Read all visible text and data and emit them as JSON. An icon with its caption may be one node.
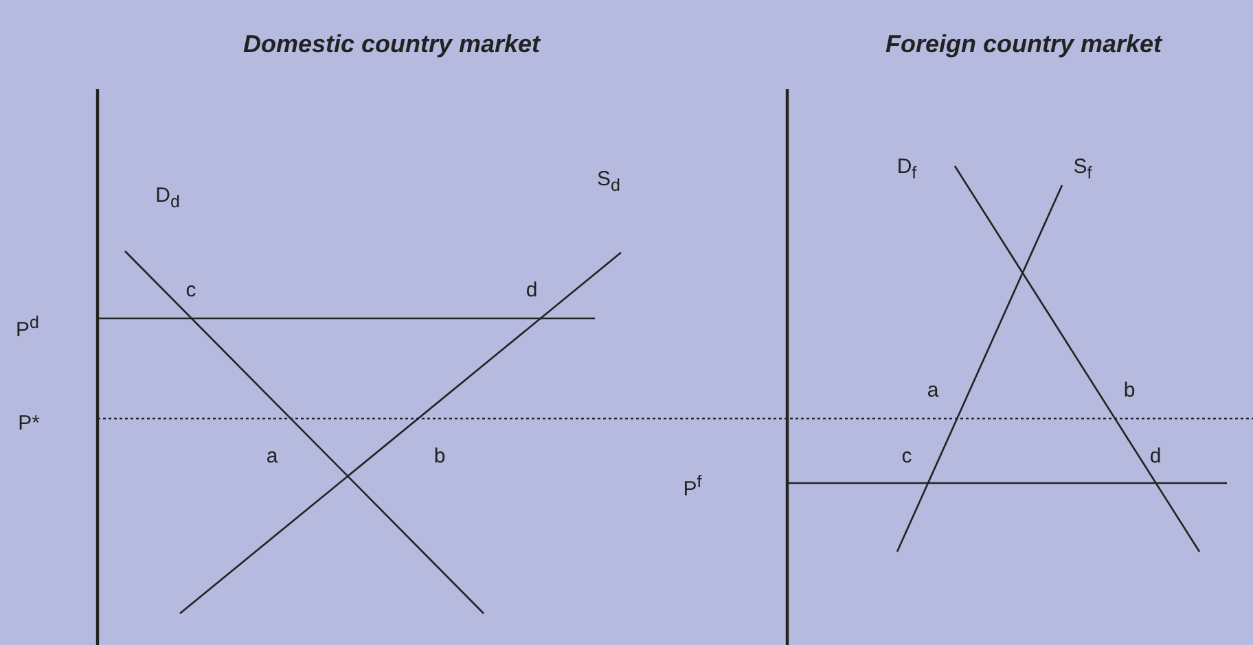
{
  "diagram": {
    "labels": [
      "Domestic country market",
      "Foreign country market",
      "D$_{d}$",
      "D$_{f}$",
      "S$_{f}$",
      "S$_{d}$",
      "c",
      "d",
      "P$^{d}$",
      "a",
      "b",
      "P*",
      "a",
      "b",
      "c",
      "d",
      "P$^{f}$"
    ]
  }
}
